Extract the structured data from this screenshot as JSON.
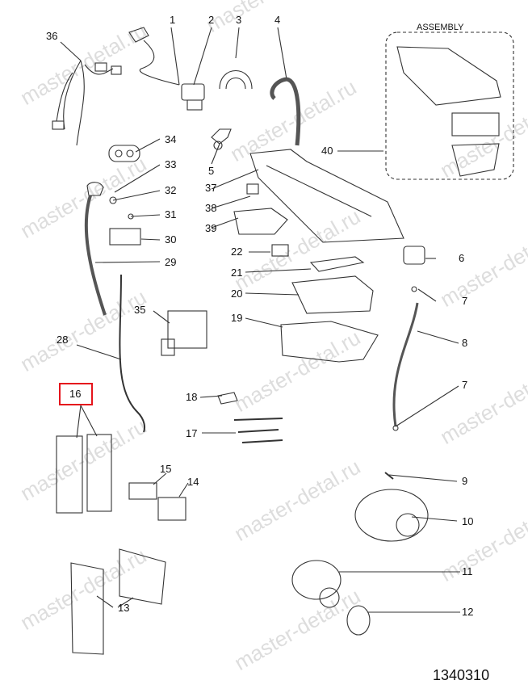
{
  "watermark_text": "master-detal.ru",
  "assembly_label": "ASSEMBLY",
  "diagram_code": "1340310",
  "highlight_color": "#e5141c",
  "highlighted_part": "16",
  "part_numbers": {
    "p1": "1",
    "p2": "2",
    "p3": "3",
    "p4": "4",
    "p5": "5",
    "p6": "6",
    "p7a": "7",
    "p7b": "7",
    "p8": "8",
    "p9": "9",
    "p10": "10",
    "p11": "11",
    "p12": "12",
    "p13": "13",
    "p14": "14",
    "p15": "15",
    "p16": "16",
    "p17": "17",
    "p18": "18",
    "p19": "19",
    "p20": "20",
    "p21": "21",
    "p22": "22",
    "p28": "28",
    "p29": "29",
    "p30": "30",
    "p31": "31",
    "p32": "32",
    "p33": "33",
    "p34": "34",
    "p35": "35",
    "p36": "36",
    "p37": "37",
    "p38": "38",
    "p39": "39",
    "p40": "40"
  }
}
